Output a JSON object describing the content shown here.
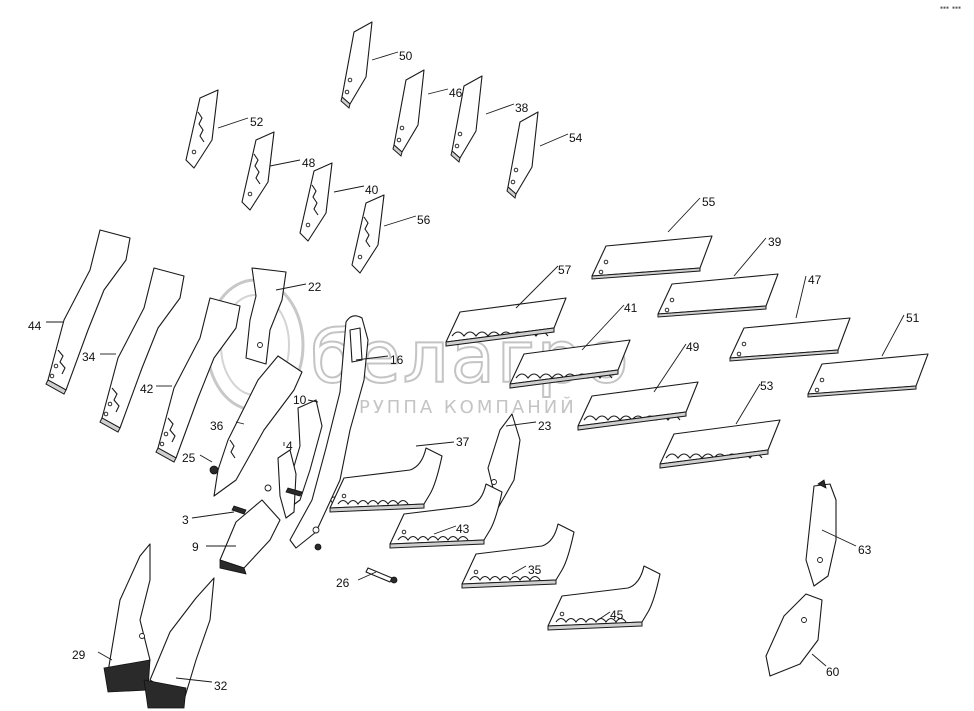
{
  "corner_mark": "▪▪▪ ▪▪▪",
  "watermark": {
    "brand": "белагро",
    "subtitle": "ГРУППА КОМПАНИЙ"
  },
  "callouts": [
    {
      "id": "50",
      "label": "50"
    },
    {
      "id": "46",
      "label": "46"
    },
    {
      "id": "38",
      "label": "38"
    },
    {
      "id": "54",
      "label": "54"
    },
    {
      "id": "52",
      "label": "52"
    },
    {
      "id": "48",
      "label": "48"
    },
    {
      "id": "40",
      "label": "40"
    },
    {
      "id": "56",
      "label": "56"
    },
    {
      "id": "55",
      "label": "55"
    },
    {
      "id": "39",
      "label": "39"
    },
    {
      "id": "57",
      "label": "57"
    },
    {
      "id": "47",
      "label": "47"
    },
    {
      "id": "41",
      "label": "41"
    },
    {
      "id": "51",
      "label": "51"
    },
    {
      "id": "49",
      "label": "49"
    },
    {
      "id": "53",
      "label": "53"
    },
    {
      "id": "22",
      "label": "22"
    },
    {
      "id": "16",
      "label": "16"
    },
    {
      "id": "44",
      "label": "44"
    },
    {
      "id": "34",
      "label": "34"
    },
    {
      "id": "42",
      "label": "42"
    },
    {
      "id": "10",
      "label": "10"
    },
    {
      "id": "36",
      "label": "36"
    },
    {
      "id": "4",
      "label": "4"
    },
    {
      "id": "25",
      "label": "25"
    },
    {
      "id": "23",
      "label": "23"
    },
    {
      "id": "37",
      "label": "37"
    },
    {
      "id": "3",
      "label": "3"
    },
    {
      "id": "43",
      "label": "43"
    },
    {
      "id": "9",
      "label": "9"
    },
    {
      "id": "26",
      "label": "26"
    },
    {
      "id": "35",
      "label": "35"
    },
    {
      "id": "63",
      "label": "63"
    },
    {
      "id": "45",
      "label": "45"
    },
    {
      "id": "29",
      "label": "29"
    },
    {
      "id": "60",
      "label": "60"
    },
    {
      "id": "32",
      "label": "32"
    }
  ]
}
